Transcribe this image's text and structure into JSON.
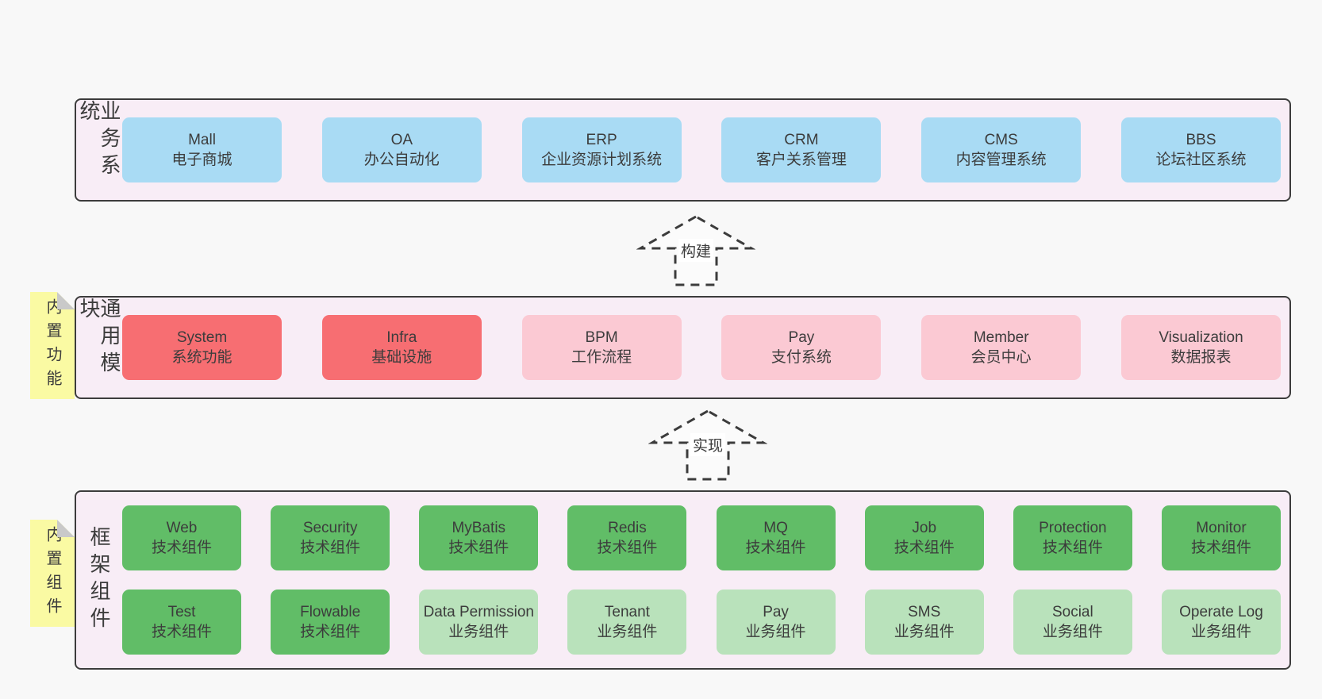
{
  "colors": {
    "page_bg": "#f8f8f8",
    "panel_bg": "#f8edf6",
    "panel_border": "#3c3c3c",
    "blue": "#a9dbf4",
    "red": "#f76e72",
    "pink": "#fbc9d3",
    "green_dark": "#61bd67",
    "green_light": "#b9e2bb",
    "tag_yellow": "#fafaa3",
    "tag_fold": "#c9c9c9",
    "text": "#3c3c3c"
  },
  "layers": [
    {
      "title": "业务系统",
      "boxes": [
        {
          "name": "Mall",
          "subtitle": "电子商城",
          "variant": "blue"
        },
        {
          "name": "OA",
          "subtitle": "办公自动化",
          "variant": "blue"
        },
        {
          "name": "ERP",
          "subtitle": "企业资源计划系统",
          "variant": "blue"
        },
        {
          "name": "CRM",
          "subtitle": "客户关系管理",
          "variant": "blue"
        },
        {
          "name": "CMS",
          "subtitle": "内容管理系统",
          "variant": "blue"
        },
        {
          "name": "BBS",
          "subtitle": "论坛社区系统",
          "variant": "blue"
        }
      ]
    },
    {
      "title": "通用模块",
      "tag": "内置功能",
      "boxes": [
        {
          "name": "System",
          "subtitle": "系统功能",
          "variant": "red"
        },
        {
          "name": "Infra",
          "subtitle": "基础设施",
          "variant": "red"
        },
        {
          "name": "BPM",
          "subtitle": "工作流程",
          "variant": "pink"
        },
        {
          "name": "Pay",
          "subtitle": "支付系统",
          "variant": "pink"
        },
        {
          "name": "Member",
          "subtitle": "会员中心",
          "variant": "pink"
        },
        {
          "name": "Visualization",
          "subtitle": "数据报表",
          "variant": "pink"
        }
      ]
    },
    {
      "title": "框架组件",
      "tag": "内置组件",
      "rows": [
        [
          {
            "name": "Web",
            "subtitle": "技术组件",
            "variant": "green_dark"
          },
          {
            "name": "Security",
            "subtitle": "技术组件",
            "variant": "green_dark"
          },
          {
            "name": "MyBatis",
            "subtitle": "技术组件",
            "variant": "green_dark"
          },
          {
            "name": "Redis",
            "subtitle": "技术组件",
            "variant": "green_dark"
          },
          {
            "name": "MQ",
            "subtitle": "技术组件",
            "variant": "green_dark"
          },
          {
            "name": "Job",
            "subtitle": "技术组件",
            "variant": "green_dark"
          },
          {
            "name": "Protection",
            "subtitle": "技术组件",
            "variant": "green_dark"
          },
          {
            "name": "Monitor",
            "subtitle": "技术组件",
            "variant": "green_dark"
          }
        ],
        [
          {
            "name": "Test",
            "subtitle": "技术组件",
            "variant": "green_dark"
          },
          {
            "name": "Flowable",
            "subtitle": "技术组件",
            "variant": "green_dark"
          },
          {
            "name": "Data Permission",
            "subtitle": "业务组件",
            "variant": "green_light"
          },
          {
            "name": "Tenant",
            "subtitle": "业务组件",
            "variant": "green_light"
          },
          {
            "name": "Pay",
            "subtitle": "业务组件",
            "variant": "green_light"
          },
          {
            "name": "SMS",
            "subtitle": "业务组件",
            "variant": "green_light"
          },
          {
            "name": "Social",
            "subtitle": "业务组件",
            "variant": "green_light"
          },
          {
            "name": "Operate Log",
            "subtitle": "业务组件",
            "variant": "green_light"
          }
        ]
      ]
    }
  ],
  "arrows": [
    {
      "label": "构建"
    },
    {
      "label": "实现"
    }
  ]
}
